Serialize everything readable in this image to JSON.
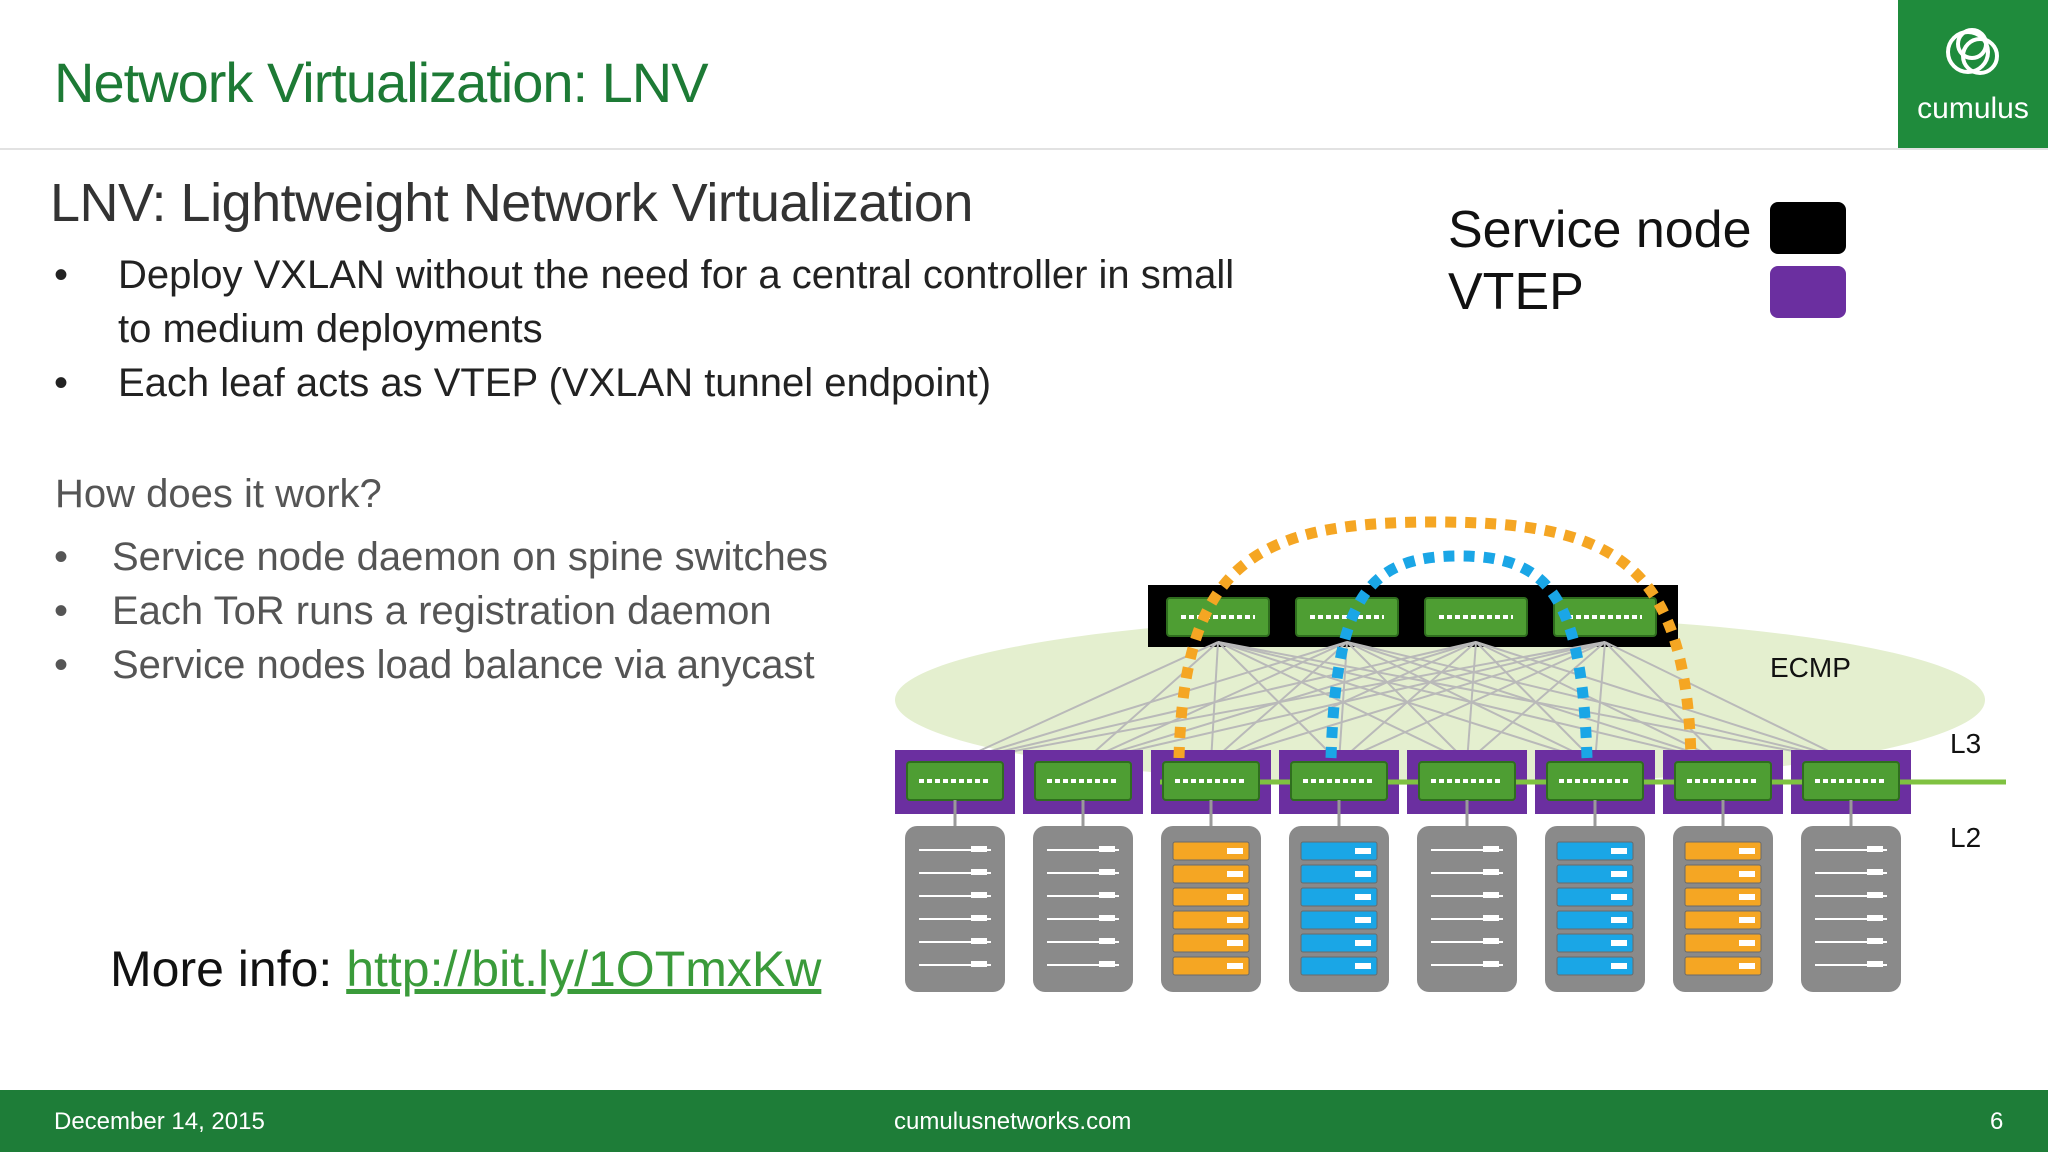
{
  "header": {
    "title": "Network Virtualization: LNV",
    "logo_text": "cumulus"
  },
  "slide": {
    "subtitle": "LNV: Lightweight Network Virtualization",
    "bullets": [
      "Deploy VXLAN without the need for a central controller in small to medium deployments",
      "Each leaf acts as VTEP (VXLAN tunnel endpoint)"
    ],
    "how_heading": "How does it work?",
    "how_bullets": [
      "Service node daemon on spine switches",
      "Each ToR runs a registration daemon",
      "Service nodes load balance via anycast"
    ],
    "more_info_label": "More info: ",
    "more_info_link": "http://bit.ly/1OTmxKw"
  },
  "legend": {
    "items": [
      {
        "label": "Service node",
        "color": "#000000"
      },
      {
        "label": "VTEP",
        "color": "#6b2fa0"
      }
    ]
  },
  "diagram": {
    "labels": {
      "ecmp": "ECMP",
      "l3": "L3",
      "l2": "L2"
    },
    "spine_count": 4,
    "leaf_count": 8,
    "server_colors": [
      "gray",
      "gray",
      "orange",
      "blue",
      "gray",
      "blue",
      "orange",
      "gray"
    ],
    "colors": {
      "switch": "#4e9e33",
      "vtep": "#6b2fa0",
      "service_node": "#000000",
      "ecmp_area": "#e4efcf",
      "l3_line": "#7fc241",
      "orange_tunnel": "#f5a623",
      "blue_tunnel": "#1aa6e6",
      "server_gray": "#7a7a7a",
      "server_orange": "#f5a623",
      "server_blue": "#1aa6e6"
    }
  },
  "footer": {
    "date": "December 14, 2015",
    "site": "cumulusnetworks.com",
    "page": "6"
  }
}
